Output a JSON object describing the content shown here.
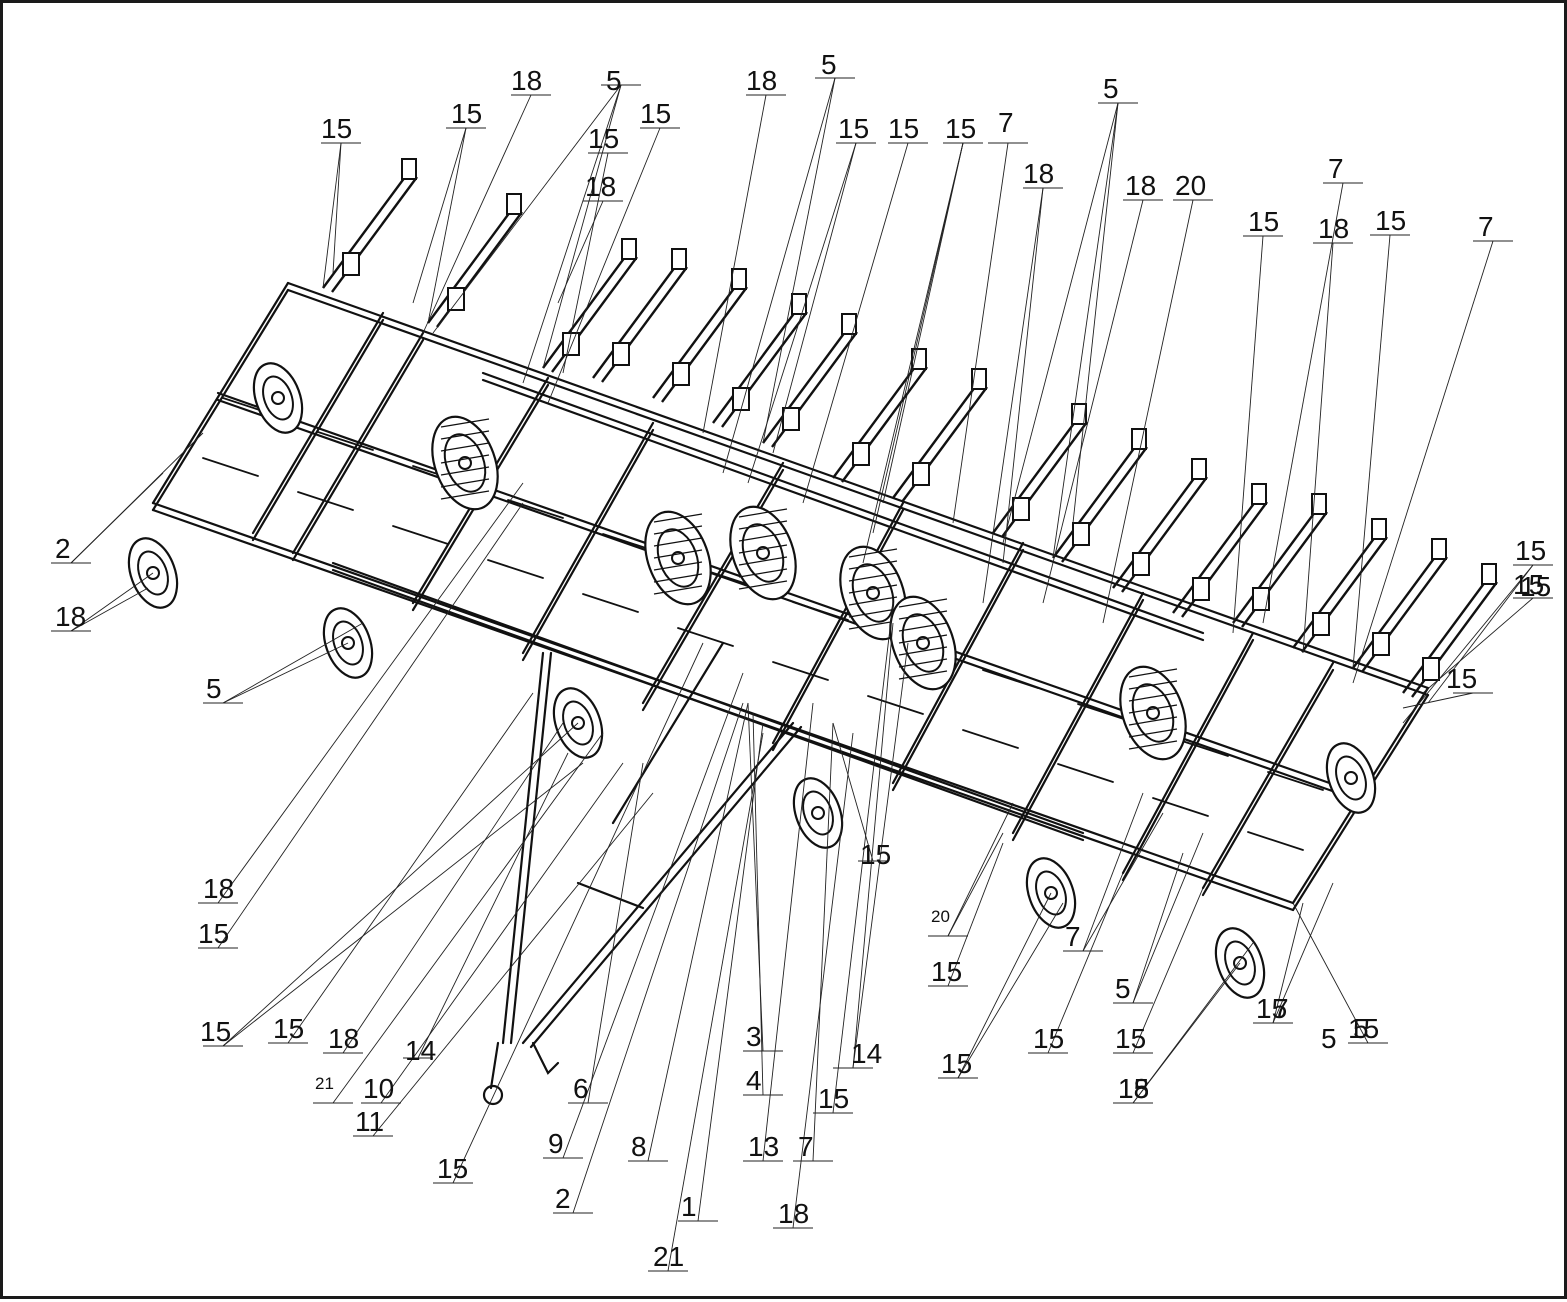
{
  "diagram": {
    "stroke_color": "#111111",
    "background": "#ffffff",
    "callouts": [
      "15",
      "15",
      "18",
      "5",
      "15",
      "15",
      "18",
      "18",
      "5",
      "15",
      "15",
      "15",
      "7",
      "5",
      "18",
      "18",
      "20",
      "7",
      "15",
      "18",
      "15",
      "7",
      "5",
      "15",
      "15",
      "15",
      "18",
      "15",
      "15",
      "15",
      "18",
      "14",
      "21",
      "10",
      "11",
      "15",
      "6",
      "9",
      "2",
      "8",
      "3",
      "4",
      "13",
      "7",
      "1",
      "18",
      "21",
      "15",
      "14",
      "15",
      "20",
      "15",
      "7",
      "5",
      "15",
      "15",
      "15",
      "7",
      "5",
      "18",
      "2",
      "18",
      "5",
      "15",
      "15",
      "15",
      "15"
    ]
  }
}
